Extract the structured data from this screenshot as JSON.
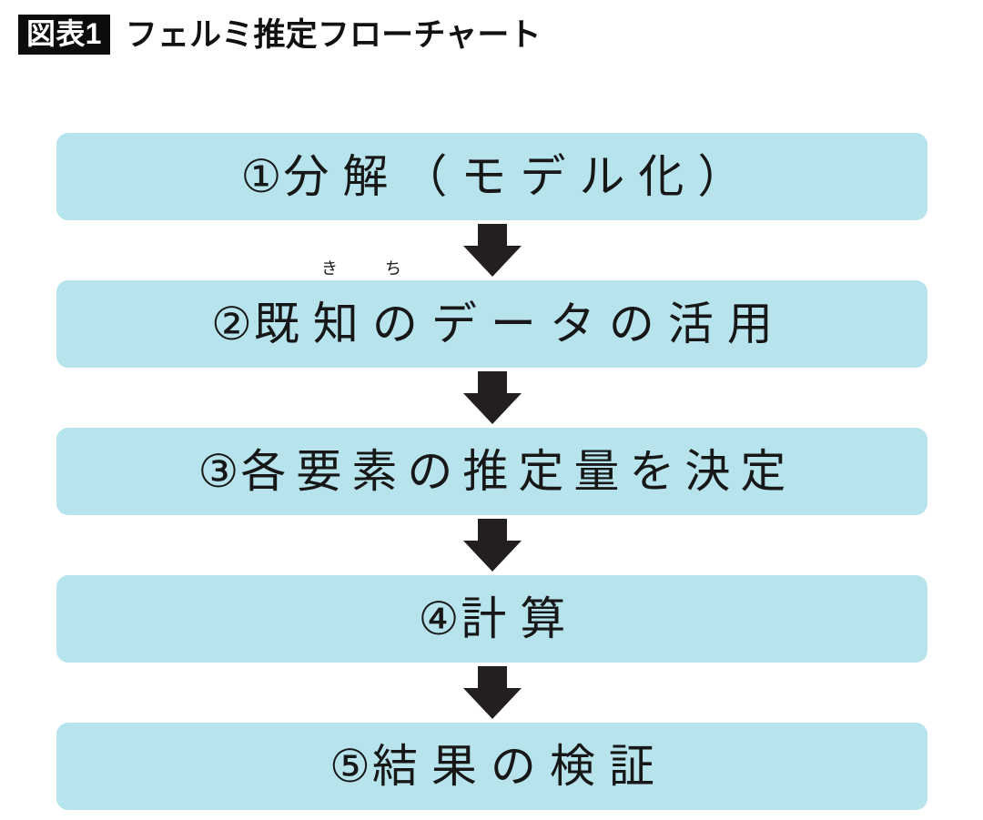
{
  "figure": {
    "badge_label": "図表1",
    "title": "フェルミ推定フローチャート",
    "badge_bg": "#0c0c0c",
    "badge_fg": "#ffffff",
    "title_color": "#111111",
    "box_fill": "#b6e3ec",
    "text_color": "#171717",
    "arrow_color": "#231f20",
    "background": "#ffffff"
  },
  "chart_data": {
    "type": "diagram",
    "diagram_kind": "vertical-flowchart",
    "title": "フェルミ推定フローチャート",
    "node_count": 5,
    "connector": "down-block-arrow",
    "nodes": [
      {
        "index": 1,
        "marker": "①",
        "text": "分解（モデル化）",
        "ruby": []
      },
      {
        "index": 2,
        "marker": "②",
        "text": "既知のデータの活用",
        "ruby": [
          {
            "base": "既",
            "reading": "き"
          },
          {
            "base": "知",
            "reading": "ち"
          }
        ]
      },
      {
        "index": 3,
        "marker": "③",
        "text": "各要素の推定量を決定",
        "ruby": []
      },
      {
        "index": 4,
        "marker": "④",
        "text": "計算",
        "ruby": []
      },
      {
        "index": 5,
        "marker": "⑤",
        "text": "結果の検証",
        "ruby": []
      }
    ]
  },
  "steps": [
    {
      "num": "①",
      "text": "分解（モデル化）"
    },
    {
      "num": "②",
      "text": "既知のデータの活用",
      "ruby1": "き",
      "ruby2": "ち"
    },
    {
      "num": "③",
      "text": "各要素の推定量を決定"
    },
    {
      "num": "④",
      "text": "計算"
    },
    {
      "num": "⑤",
      "text": "結果の検証"
    }
  ]
}
